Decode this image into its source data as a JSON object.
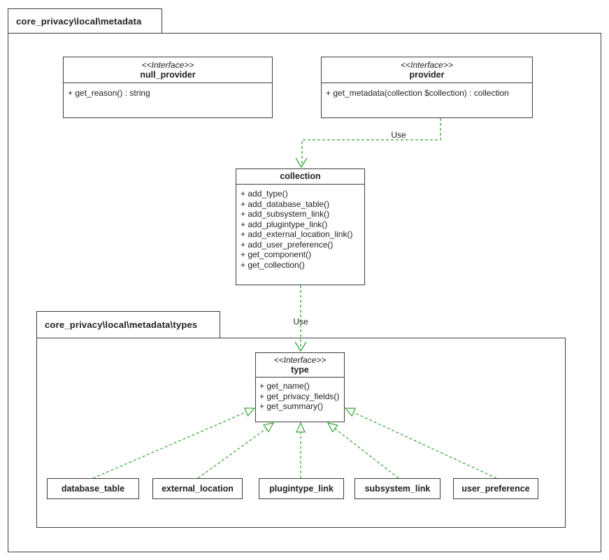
{
  "diagram": {
    "packages": {
      "metadata": {
        "label": "core_privacy\\local\\metadata"
      },
      "types": {
        "label": "core_privacy\\local\\metadata\\types"
      }
    },
    "classes": {
      "null_provider": {
        "stereotype": "<<Interface>>",
        "name": "null_provider",
        "methods": [
          "+ get_reason() : string"
        ]
      },
      "provider": {
        "stereotype": "<<Interface>>",
        "name": "provider",
        "methods": [
          "+ get_metadata(collection $collection) : collection"
        ]
      },
      "collection": {
        "name": "collection",
        "methods": [
          "+ add_type()",
          "+ add_database_table()",
          "+ add_subsystem_link()",
          "+ add_plugintype_link()",
          "+ add_external_location_link()",
          "+ add_user_preference()",
          "+ get_component()",
          "+ get_collection()"
        ]
      },
      "type": {
        "stereotype": "<<Interface>>",
        "name": "type",
        "methods": [
          "+ get_name()",
          "+ get_privacy_fields()",
          "+ get_summary()"
        ]
      },
      "database_table": {
        "name": "database_table"
      },
      "external_location": {
        "name": "external_location"
      },
      "plugintype_link": {
        "name": "plugintype_link"
      },
      "subsystem_link": {
        "name": "subsystem_link"
      },
      "user_preference": {
        "name": "user_preference"
      }
    },
    "edges": {
      "provider_to_collection": {
        "label": "Use",
        "type": "dependency"
      },
      "collection_to_type": {
        "label": "Use",
        "type": "dependency"
      }
    },
    "colors": {
      "connector": "#35a535",
      "border": "#3c3c3c",
      "text": "#1f1f1f",
      "background": "#ffffff"
    }
  }
}
